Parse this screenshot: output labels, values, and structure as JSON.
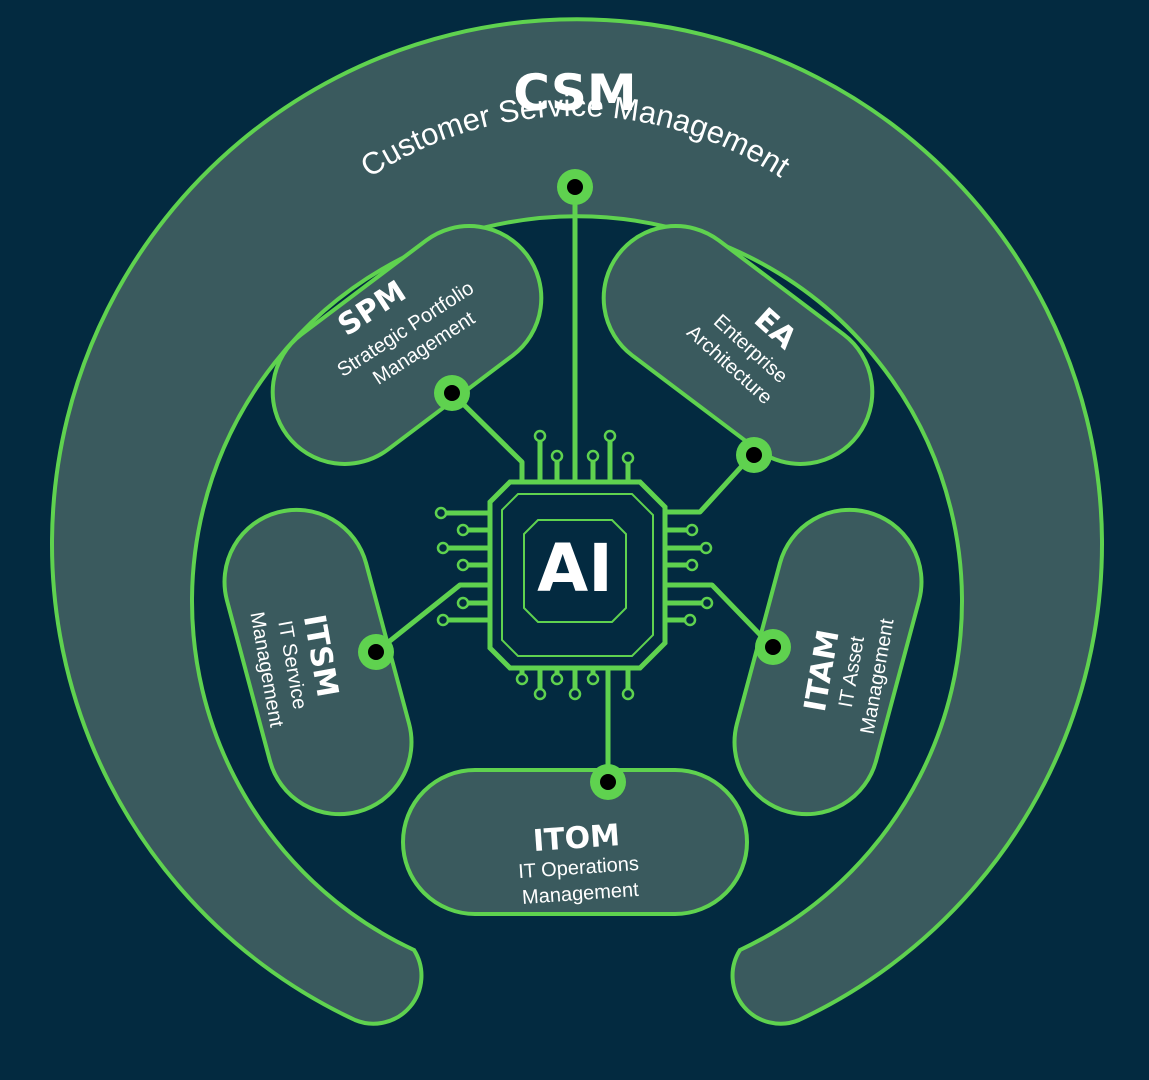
{
  "center": {
    "label": "AI"
  },
  "csm": {
    "abbr": "CSM",
    "full": "Customer Service Management"
  },
  "spm": {
    "abbr": "SPM",
    "line1": "Strategic Portfolio",
    "line2": "Management"
  },
  "ea": {
    "abbr": "EA",
    "line1": "Enterprise",
    "line2": "Architecture"
  },
  "itsm": {
    "abbr": "ITSM",
    "line1": "IT Service",
    "line2": "Management"
  },
  "itam": {
    "abbr": "ITAM",
    "line1": "IT Asset",
    "line2": "Management"
  },
  "itom": {
    "abbr": "ITOM",
    "line1": "IT Operations",
    "line2": "Management"
  },
  "colors": {
    "background": "#032a40",
    "accent": "#5fd24f",
    "panel": "#3a5a5e",
    "text": "#ffffff"
  }
}
